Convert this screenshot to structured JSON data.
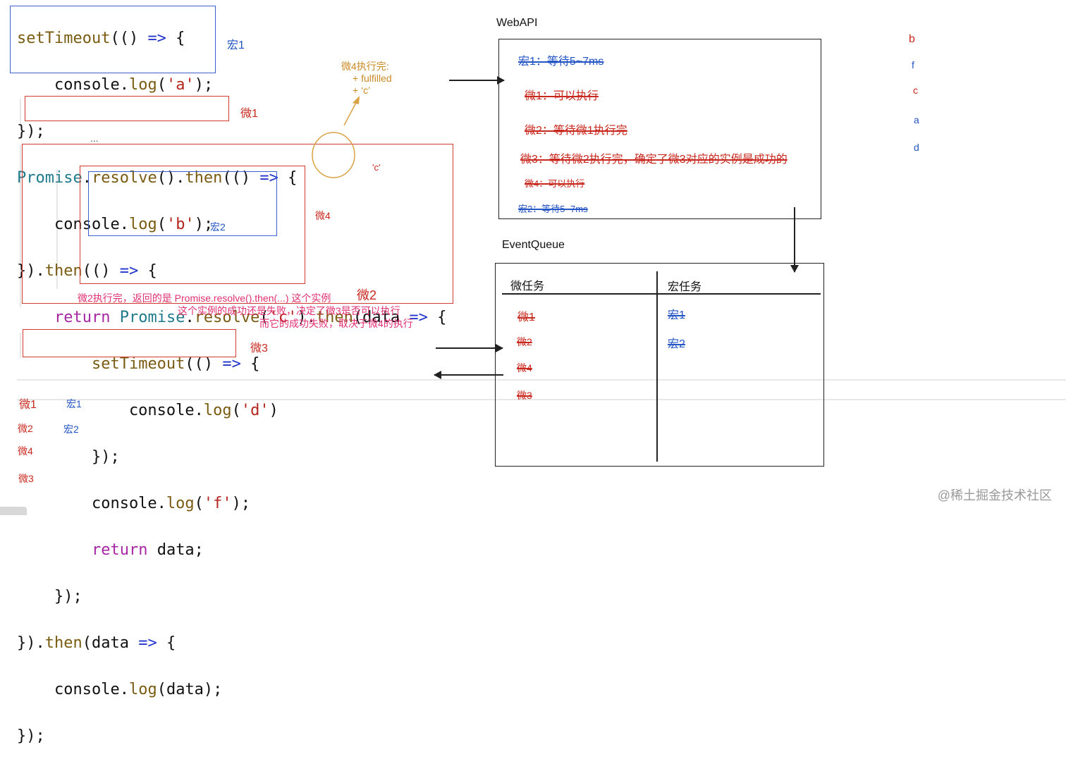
{
  "code": {
    "l1_a": "setTimeout",
    "l1_b": "(() ",
    "l1_c": "=>",
    "l1_d": " {",
    "l2_a": "    console.",
    "l2_b": "log",
    "l2_c": "(",
    "l2_d": "'a'",
    "l2_e": ");",
    "l3": "});",
    "l4_a": "Promise",
    "l4_b": ".",
    "l4_c": "resolve",
    "l4_d": "().",
    "l4_e": "then",
    "l4_f": "(() ",
    "l4_g": "=>",
    "l4_h": " {",
    "l5_a": "    console.",
    "l5_b": "log",
    "l5_c": "(",
    "l5_d": "'b'",
    "l5_e": ");",
    "l6_a": "}).",
    "l6_b": "then",
    "l6_c": "(() ",
    "l6_d": "=>",
    "l6_e": " {",
    "l7_a": "    ",
    "l7_b": "return",
    "l7_c": " ",
    "l7_d": "Promise",
    "l7_e": ".",
    "l7_f": "resolve",
    "l7_g": "(",
    "l7_h": "'c'",
    "l7_i": ").",
    "l7_j": "then",
    "l7_k": "(data ",
    "l7_l": "=>",
    "l7_m": " {",
    "l8_a": "        ",
    "l8_b": "setTimeout",
    "l8_c": "(() ",
    "l8_d": "=>",
    "l8_e": " {",
    "l9_a": "            console.",
    "l9_b": "log",
    "l9_c": "(",
    "l9_d": "'d'",
    "l9_e": ")",
    "l10": "        });",
    "l11_a": "        console.",
    "l11_b": "log",
    "l11_c": "(",
    "l11_d": "'f'",
    "l11_e": ");",
    "l12_a": "        ",
    "l12_b": "return",
    "l12_c": " data;",
    "l13": "    });",
    "l14_a": "}).",
    "l14_b": "then",
    "l14_c": "(data ",
    "l14_d": "=>",
    "l14_e": " {",
    "l15_a": "    console.",
    "l15_b": "log",
    "l15_c": "(data);",
    "l16": "});",
    "ellipsis": "..."
  },
  "labels": {
    "macro1": "宏1",
    "micro1": "微1",
    "micro4": "微4",
    "macro2": "宏2",
    "micro2": "微2",
    "micro3": "微3",
    "c_tag": "'c'",
    "micro4_done_1": "微4执行完:",
    "micro4_done_2": "+ fulfilled",
    "micro4_done_3": "+ ‘c’",
    "note1": "微2执行完，返回的是 Promise.resolve().then(...) 这个实例",
    "note2": "这个实例的成功还是失败，决定了微3是否可以执行",
    "note3": "而它的成功失败，取决于微4的执行"
  },
  "webapi": {
    "title": "WebAPI",
    "items": [
      "宏1：等待5~7ms",
      "微1：可以执行",
      "微2：等待微1执行完",
      "微3：等待微2执行完，确定了微3对应的实例是成功的",
      "微4：可以执行",
      "宏2：等待5~7ms"
    ]
  },
  "eventqueue": {
    "title": "EventQueue",
    "micro_header": "微任务",
    "macro_header": "宏任务",
    "micro_items": [
      "微1",
      "微2",
      "微4",
      "微3"
    ],
    "macro_items": [
      "宏1",
      "宏2"
    ]
  },
  "output": [
    "b",
    "f",
    "c",
    "a",
    "d"
  ],
  "order": {
    "micro": [
      "微1",
      "微2",
      "微4",
      "微3"
    ],
    "macro": [
      "宏1",
      "宏2"
    ]
  },
  "watermark": "@稀土掘金技术社区"
}
